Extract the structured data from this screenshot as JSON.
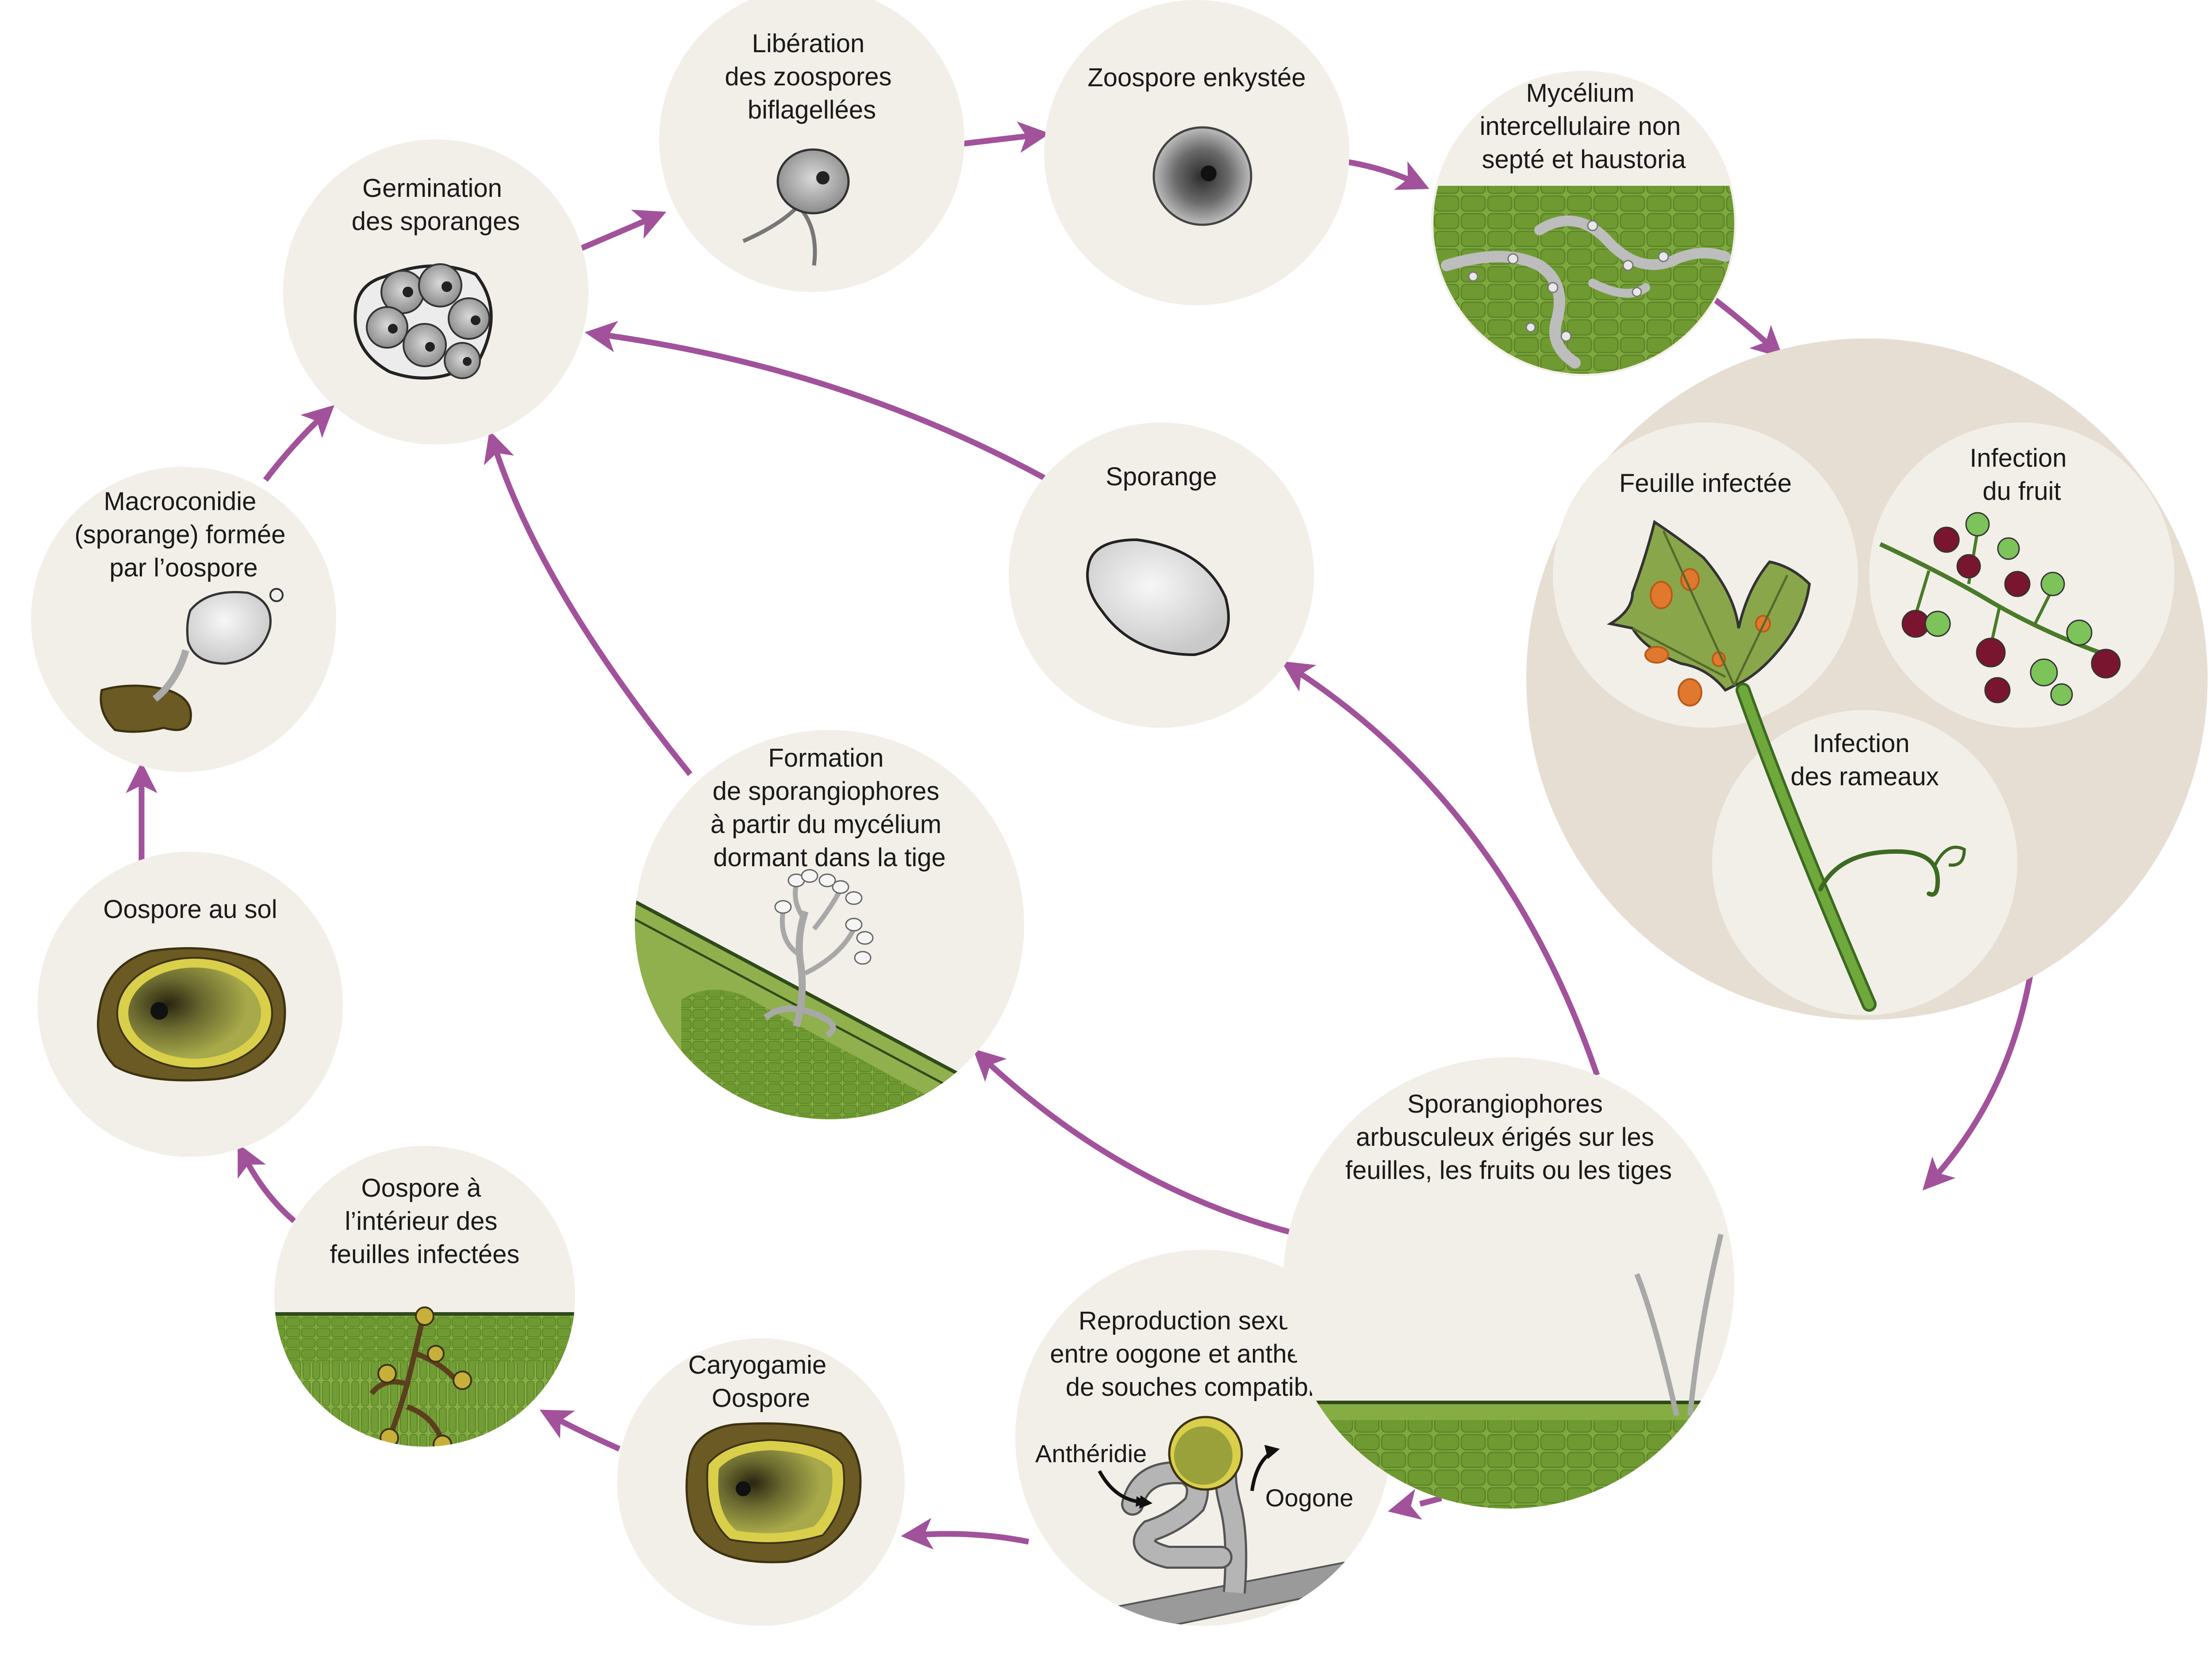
{
  "colors": {
    "arrow": "#a1529b",
    "stage_background": "#f2efe8",
    "host_group_background": "#e6ddd3",
    "leaf_tissue": "#7a9f3a",
    "fruit_dark": "#7a1530",
    "fruit_green": "#7cc35a",
    "lesion": "#e0782e"
  },
  "stages": {
    "germination": {
      "label": [
        "Germination",
        "des sporanges"
      ],
      "icon": "sporangium-with-zoospores-icon"
    },
    "liberation": {
      "label": [
        "Libération",
        "des zoospores",
        "biflagellées"
      ],
      "icon": "biflagellate-zoospore-icon"
    },
    "enkystee": {
      "label": [
        "Zoospore enkystée"
      ],
      "icon": "encysted-zoospore-icon"
    },
    "mycelium": {
      "label": [
        "Mycélium",
        "intercellulaire non",
        "septé et haustoria"
      ],
      "icon": "intercellular-mycelium-icon"
    },
    "sporange": {
      "label": [
        "Sporange"
      ],
      "icon": "sporangium-icon"
    },
    "formation": {
      "label": [
        "Formation",
        "de sporangiophores",
        "à partir du mycélium",
        "dormant dans la tige"
      ],
      "icon": "dormant-mycelium-stem-icon"
    },
    "macroconidie": {
      "label": [
        "Macroconidie",
        "(sporange) formée",
        "par l’oospore"
      ],
      "icon": "macroconidium-icon"
    },
    "oospore_sol": {
      "label": [
        "Oospore au sol"
      ],
      "icon": "soil-oospore-icon"
    },
    "oospore_feuilles": {
      "label": [
        "Oospore à",
        "l’intérieur des",
        "feuilles infectées"
      ],
      "icon": "oospores-in-leaf-icon"
    },
    "caryogamie": {
      "label": [
        "Caryogamie",
        "Oospore"
      ],
      "icon": "karyogamy-oospore-icon"
    },
    "reproduction": {
      "label": [
        "Reproduction sexuée",
        "entre oogone et anthéridie",
        "de souches compatibles"
      ],
      "icon": "oogonium-antheridium-icon",
      "antheridie_label": "Anthéridie",
      "oogone_label": "Oogone"
    },
    "sporangiophores": {
      "label": [
        "Sporangiophores",
        "arbusculeux érigés sur les",
        "feuilles, les fruits ou les tiges"
      ],
      "icon": "branched-sporangiophores-icon"
    },
    "host": {
      "feuille": {
        "label": [
          "Feuille infectée"
        ],
        "icon": "infected-leaf-icon"
      },
      "fruit": {
        "label": [
          "Infection",
          "du fruit"
        ],
        "icon": "infected-grapes-icon"
      },
      "rameaux": {
        "label": [
          "Infection",
          "des rameaux"
        ],
        "icon": "infected-shoot-icon"
      }
    }
  }
}
